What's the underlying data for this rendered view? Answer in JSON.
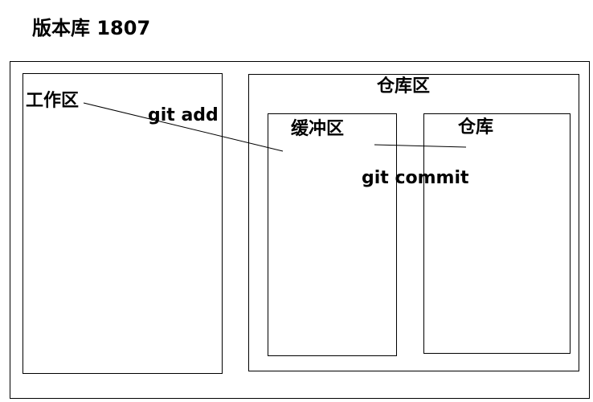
{
  "title": "版本库 1807",
  "areas": {
    "workspace": "工作区",
    "repository": "仓库区",
    "buffer": "缓冲区",
    "store": "仓库"
  },
  "commands": {
    "add": "git add",
    "commit": "git commit"
  },
  "colors": {
    "stroke": "#000000",
    "text": "#000000",
    "background": "#ffffff"
  }
}
